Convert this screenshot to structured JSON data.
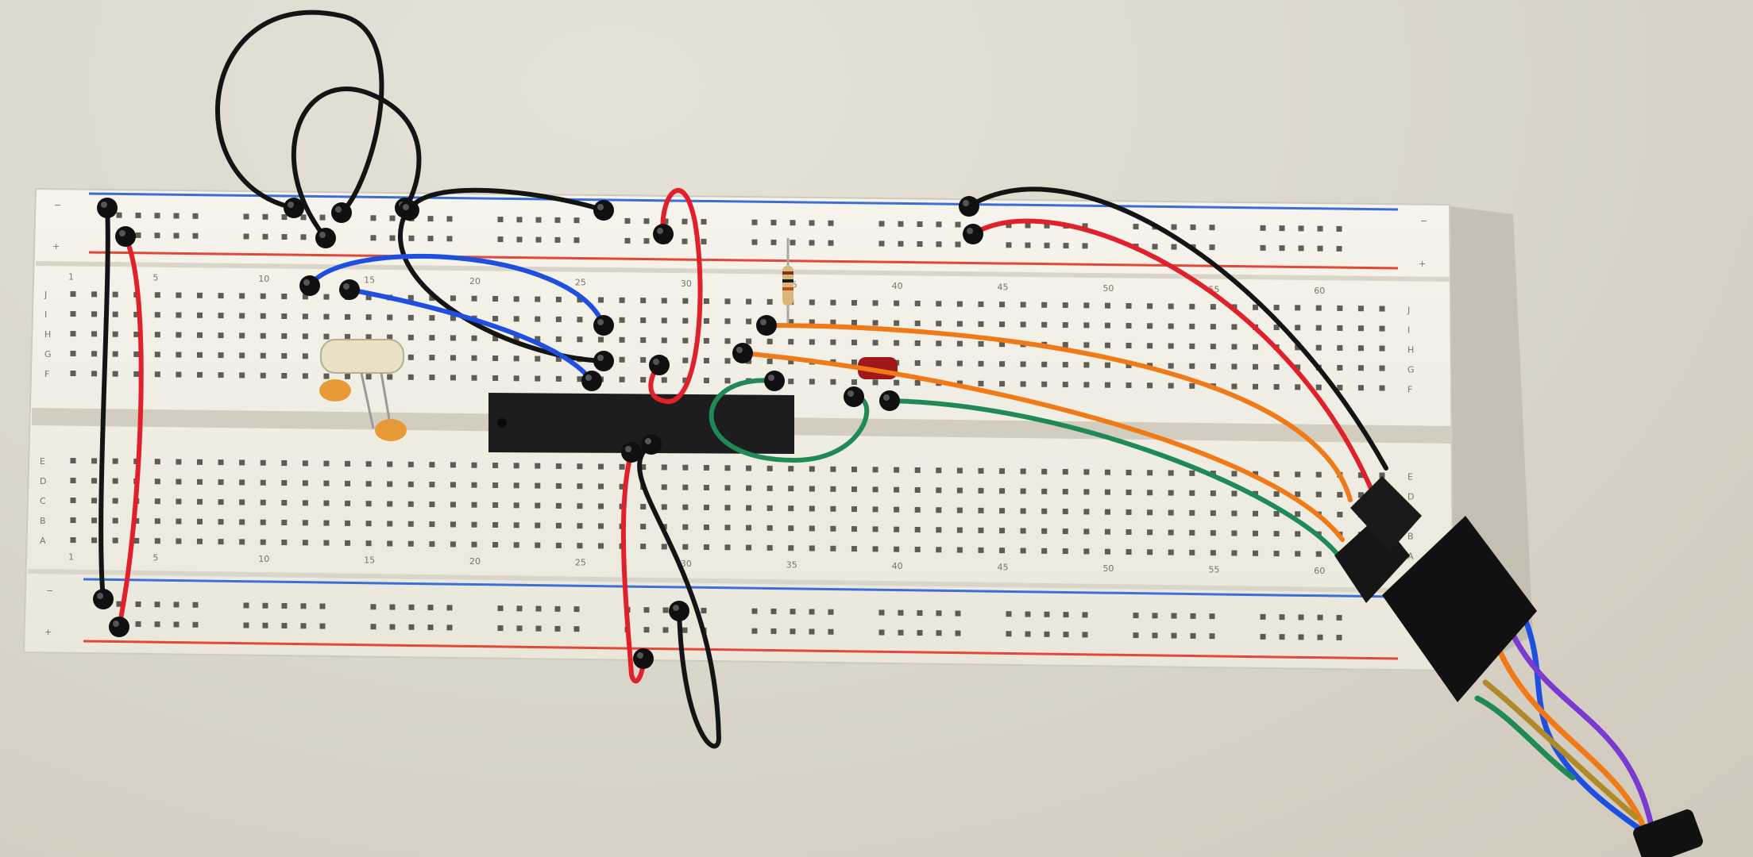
{
  "scene": {
    "subject": "breadboard",
    "colors": {
      "background": "#ddd8cc",
      "board": "#f3f1e8",
      "rail_blue": "#3b6fd8",
      "rail_red": "#e0483a",
      "chip": "#1d1d1f",
      "wire_red": "#e0202a",
      "wire_black": "#141414",
      "wire_blue": "#1f4fe0",
      "wire_orange": "#f07a18",
      "wire_green": "#1f8a55",
      "wire_purple": "#7a3ad0"
    },
    "rail_labels": {
      "minus": "−",
      "plus": "+"
    },
    "row_labels_top": [
      "J",
      "I",
      "H",
      "G",
      "F"
    ],
    "row_labels_bottom": [
      "E",
      "D",
      "C",
      "B",
      "A"
    ],
    "column_labels": [
      "1",
      "5",
      "10",
      "15",
      "20",
      "25",
      "30",
      "35",
      "40",
      "45",
      "50",
      "55",
      "60"
    ]
  }
}
